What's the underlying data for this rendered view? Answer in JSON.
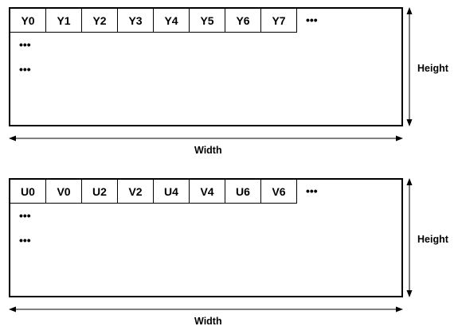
{
  "diagrams": [
    {
      "cells": [
        "Y0",
        "Y1",
        "Y2",
        "Y3",
        "Y4",
        "Y5",
        "Y6",
        "Y7"
      ],
      "row_ellipsis": "•••",
      "col_ellipsis": [
        "•••",
        "•••"
      ],
      "width_label": "Width",
      "height_label": "Height"
    },
    {
      "cells": [
        "U0",
        "V0",
        "U2",
        "V2",
        "U4",
        "V4",
        "U6",
        "V6"
      ],
      "row_ellipsis": "•••",
      "col_ellipsis": [
        "•••",
        "•••"
      ],
      "width_label": "Width",
      "height_label": "Height"
    }
  ]
}
